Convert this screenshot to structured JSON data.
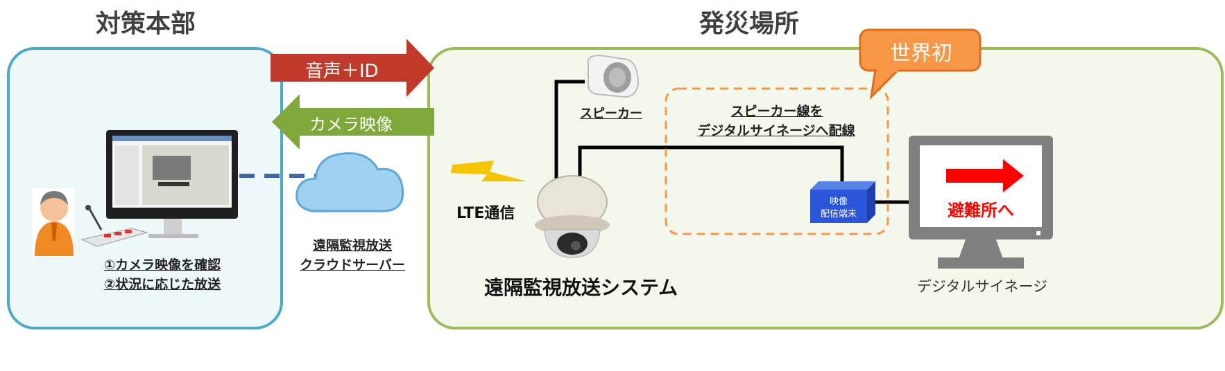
{
  "hq": {
    "title": "対策本部",
    "step1": "①カメラ映像を確認",
    "step2": "②状況に応じた放送"
  },
  "site": {
    "title": "発災場所"
  },
  "arrows": {
    "audio_id": "音声＋ID",
    "camera_video": "カメラ映像"
  },
  "cloud": {
    "line1": "遠隔監視放送",
    "line2": "クラウドサーバー"
  },
  "badge": {
    "label": "世界初"
  },
  "speaker": {
    "label": "スピーカー"
  },
  "wiring": {
    "line1": "スピーカー線を",
    "line2": "デジタルサイネージへ配線"
  },
  "lte": {
    "label": "LTE通信"
  },
  "system": {
    "label": "遠隔監視放送システム"
  },
  "terminal": {
    "line1": "映像",
    "line2": "配信端末"
  },
  "signage": {
    "screen_text": "避難所へ",
    "label": "デジタルサイネージ"
  },
  "colors": {
    "hq_border": "#4aa9c8",
    "hq_fill": "#eef7fa",
    "site_border": "#9bbb59",
    "site_fill": "#f4f8ec",
    "arrow_red": "#c0392b",
    "arrow_green": "#7fa83a",
    "badge": "#f79646",
    "screen_red": "#ff0000"
  }
}
